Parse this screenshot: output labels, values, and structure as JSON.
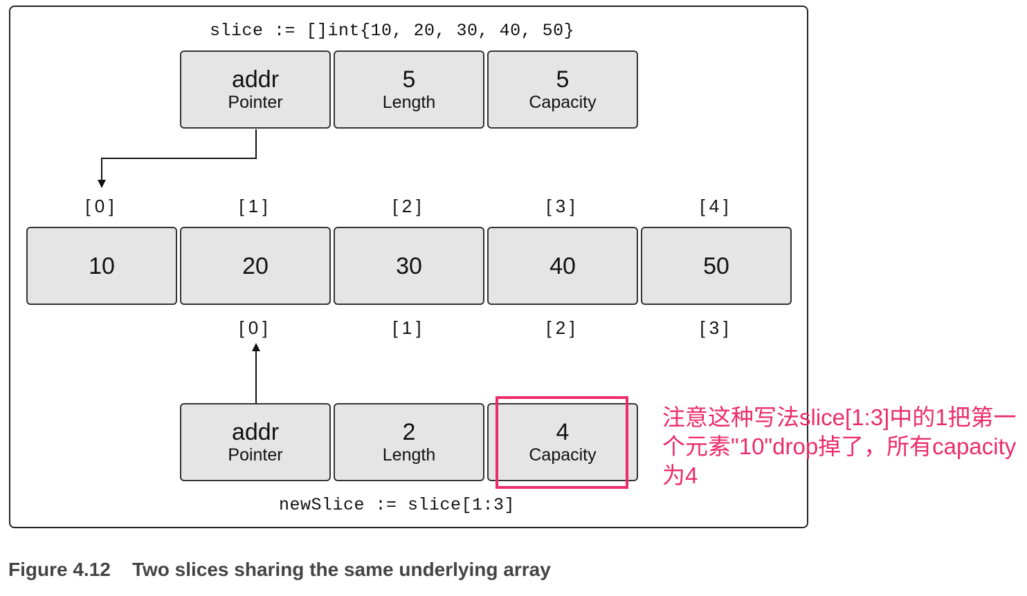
{
  "top_code": "slice := []int{10, 20, 30, 40, 50}",
  "bottom_code": "newSlice := slice[1:3]",
  "slice_header": [
    {
      "value": "addr",
      "label": "Pointer"
    },
    {
      "value": "5",
      "label": "Length"
    },
    {
      "value": "5",
      "label": "Capacity"
    }
  ],
  "array_indices": [
    "[0]",
    "[1]",
    "[2]",
    "[3]",
    "[4]"
  ],
  "array_values": [
    "10",
    "20",
    "30",
    "40",
    "50"
  ],
  "new_indices": [
    "[0]",
    "[1]",
    "[2]",
    "[3]"
  ],
  "new_slice_header": [
    {
      "value": "addr",
      "label": "Pointer"
    },
    {
      "value": "2",
      "label": "Length"
    },
    {
      "value": "4",
      "label": "Capacity"
    }
  ],
  "annotation": "注意这种写法slice[1:3]中的1把第一个元素\"10\"drop掉了，所有capacity为4",
  "caption": {
    "number": "Figure 4.12",
    "text": "Two slices sharing the same underlying array"
  },
  "colors": {
    "box_fill": "#e5e5e5",
    "highlight": "#ec2c6a",
    "caption": "#444444"
  }
}
